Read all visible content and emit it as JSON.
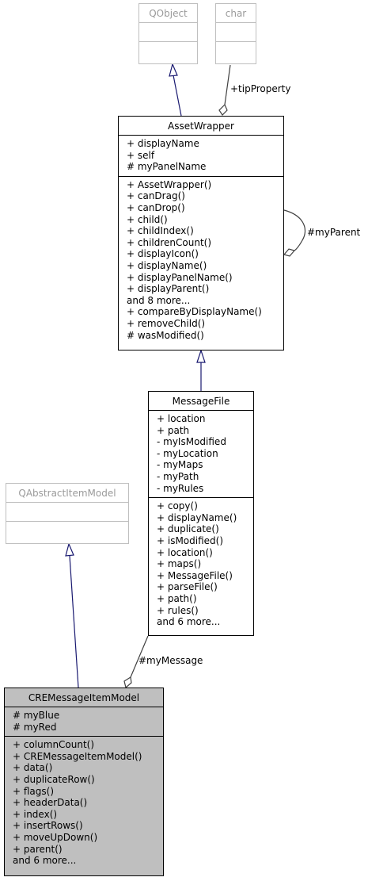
{
  "classes": {
    "qobject": {
      "name": "QObject",
      "attributes": [],
      "methods": []
    },
    "char": {
      "name": "char",
      "attributes": [],
      "methods": []
    },
    "asset_wrapper": {
      "name": "AssetWrapper",
      "attributes": [
        "+ displayName",
        "+ self",
        "# myPanelName"
      ],
      "methods": [
        "+ AssetWrapper()",
        "+ canDrag()",
        "+ canDrop()",
        "+ child()",
        "+ childIndex()",
        "+ childrenCount()",
        "+ displayIcon()",
        "+ displayName()",
        "+ displayPanelName()",
        "+ displayParent()",
        "and 8 more...",
        "+ compareByDisplayName()",
        "+ removeChild()",
        "# wasModified()"
      ]
    },
    "message_file": {
      "name": "MessageFile",
      "attributes": [
        "+ location",
        "+ path",
        "- myIsModified",
        "- myLocation",
        "- myMaps",
        "- myPath",
        "- myRules"
      ],
      "methods": [
        "+ copy()",
        "+ displayName()",
        "+ duplicate()",
        "+ isModified()",
        "+ location()",
        "+ maps()",
        "+ MessageFile()",
        "+ parseFile()",
        "+ path()",
        "+ rules()",
        "and 6 more..."
      ]
    },
    "qabstract_item_model": {
      "name": "QAbstractItemModel",
      "attributes": [],
      "methods": []
    },
    "cre_message_item_model": {
      "name": "CREMessageItemModel",
      "attributes": [
        "# myBlue",
        "# myRed"
      ],
      "methods": [
        "+ columnCount()",
        "+ CREMessageItemModel()",
        "+ data()",
        "+ duplicateRow()",
        "+ flags()",
        "+ headerData()",
        "+ index()",
        "+ insertRows()",
        "+ moveUpDown()",
        "+ parent()",
        "and 6 more..."
      ]
    }
  },
  "relations": [
    {
      "id": "inherit-qobject",
      "kind": "inheritance",
      "from": "asset_wrapper",
      "to": "qobject",
      "label": ""
    },
    {
      "id": "tip-property",
      "kind": "aggregation",
      "from": "char",
      "to": "asset_wrapper",
      "label": "+tipProperty"
    },
    {
      "id": "my-parent",
      "kind": "aggregation",
      "from": "asset_wrapper",
      "to": "asset_wrapper",
      "label": "#myParent"
    },
    {
      "id": "inherit-asset-wrapper",
      "kind": "inheritance",
      "from": "message_file",
      "to": "asset_wrapper",
      "label": ""
    },
    {
      "id": "inherit-qabstract",
      "kind": "inheritance",
      "from": "cre_message_item_model",
      "to": "qabstract_item_model",
      "label": ""
    },
    {
      "id": "my-message",
      "kind": "aggregation",
      "from": "message_file",
      "to": "cre_message_item_model",
      "label": "#myMessage"
    }
  ],
  "colors": {
    "line": "#191970",
    "aggregation_line": "#404040",
    "external_border": "#bfbfbf",
    "focus_fill": "#bfbfbf"
  }
}
